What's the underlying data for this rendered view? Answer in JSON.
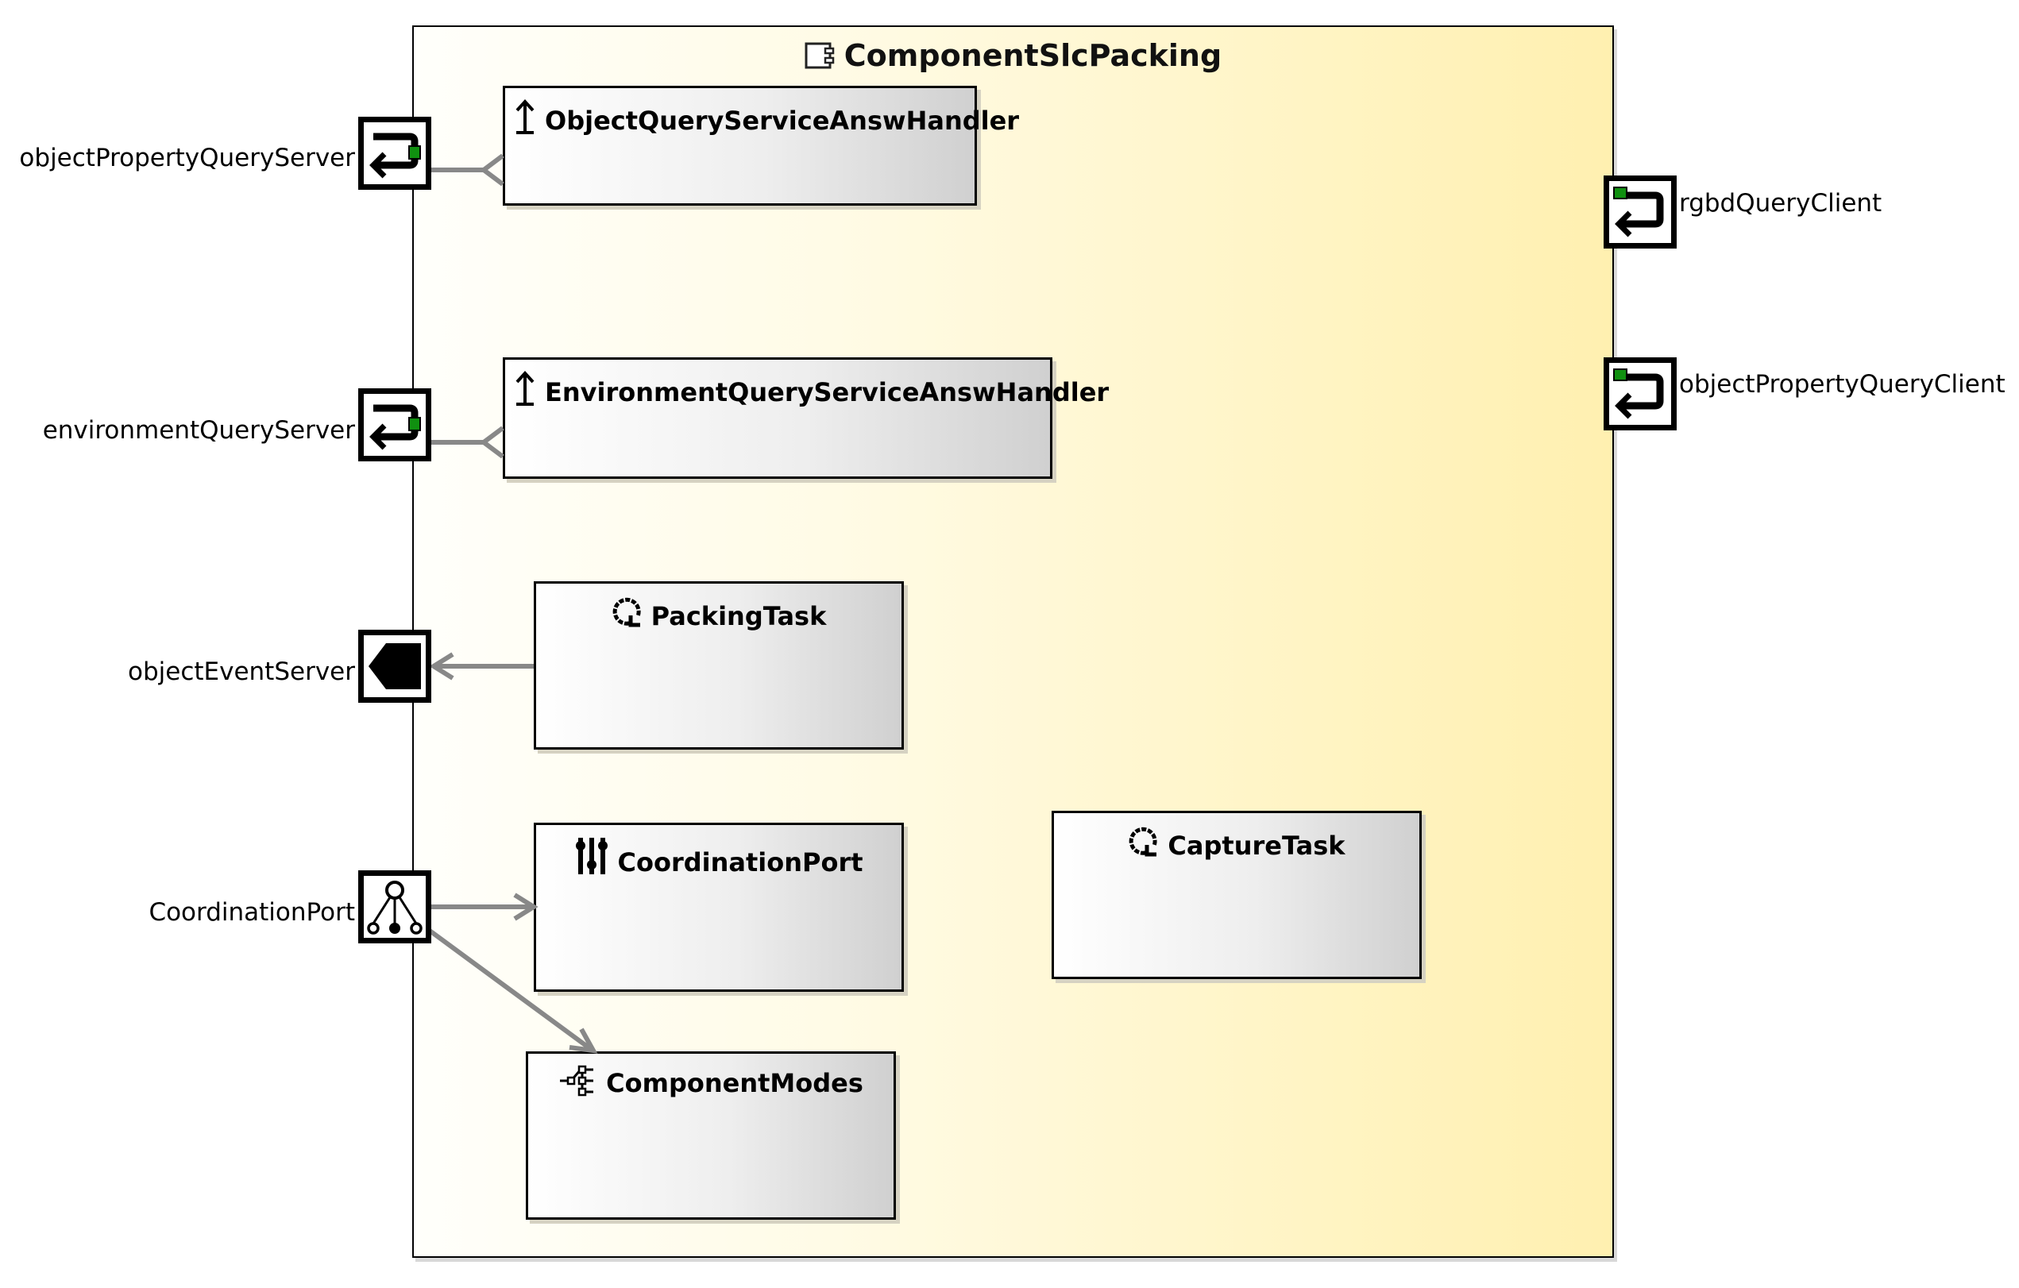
{
  "component": {
    "title": "ComponentSlcPacking",
    "icon": "component-icon",
    "background_gradient": [
      "#fffffb",
      "#fff0b0"
    ]
  },
  "inner_elements": [
    {
      "name": "ObjectQueryServiceAnswHandler",
      "kind": "answer-handler",
      "icon": "up-arrow-handler-icon"
    },
    {
      "name": "EnvironmentQueryServiceAnswHandler",
      "kind": "answer-handler",
      "icon": "up-arrow-handler-icon"
    },
    {
      "name": "PackingTask",
      "kind": "task",
      "icon": "task-loop-icon"
    },
    {
      "name": "CoordinationPort",
      "kind": "coordination-port",
      "icon": "sliders-icon"
    },
    {
      "name": "ComponentModes",
      "kind": "modes",
      "icon": "mode-tree-icon"
    },
    {
      "name": "CaptureTask",
      "kind": "task",
      "icon": "task-loop-icon"
    }
  ],
  "ports": {
    "left": [
      {
        "label": "objectPropertyQueryServer",
        "type": "query-server",
        "icon": "query-server-port-icon"
      },
      {
        "label": "environmentQueryServer",
        "type": "query-server",
        "icon": "query-server-port-icon"
      },
      {
        "label": "objectEventServer",
        "type": "event-server",
        "icon": "event-server-port-icon"
      },
      {
        "label": "CoordinationPort",
        "type": "coordination",
        "icon": "coordination-port-icon"
      }
    ],
    "right": [
      {
        "label": "rgbdQueryClient",
        "type": "query-client",
        "icon": "query-client-port-icon"
      },
      {
        "label": "objectPropertyQueryClient",
        "type": "query-client",
        "icon": "query-client-port-icon"
      }
    ]
  },
  "connections": [
    {
      "from": "objectPropertyQueryServer",
      "to": "ObjectQueryServiceAnswHandler",
      "style": "open-triangle"
    },
    {
      "from": "environmentQueryServer",
      "to": "EnvironmentQueryServiceAnswHandler",
      "style": "open-triangle"
    },
    {
      "from": "PackingTask",
      "to": "objectEventServer",
      "style": "arrow"
    },
    {
      "from": "CoordinationPort",
      "to": "CoordinationPort",
      "style": "arrow"
    },
    {
      "from": "CoordinationPort",
      "to": "ComponentModes",
      "style": "arrow"
    }
  ],
  "colors": {
    "port_indicator": "#109010",
    "connector": "#888888",
    "border": "#000000"
  }
}
